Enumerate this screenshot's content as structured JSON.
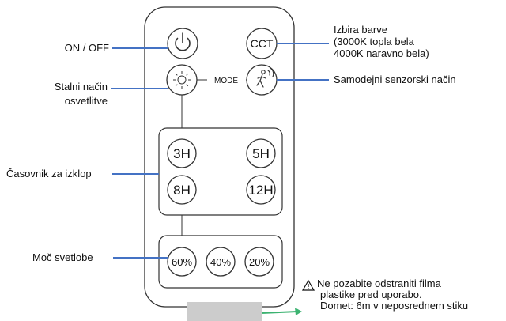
{
  "remote": {
    "buttons": {
      "power_icon": "power-icon",
      "cct": "CCT",
      "steady_icon": "sun-icon",
      "mode": "MODE",
      "sensor_icon": "motion-sensor-icon",
      "timer_3h": "3H",
      "timer_5h": "5H",
      "timer_8h": "8H",
      "timer_12h": "12H",
      "brightness_60": "60%",
      "brightness_40": "40%",
      "brightness_20": "20%"
    }
  },
  "labels": {
    "on_off": "ON / OFF",
    "steady_light_line1": "Stalni način",
    "steady_light_line2": "osvetlitve",
    "timer": "Časovnik za izklop",
    "brightness": "Moč svetlobe",
    "color_select_line1": "Izbira barve",
    "color_select_line2": "(3000K topla bela",
    "color_select_line3": "4000K naravno bela)",
    "auto_sensor": "Samodejni senzorski način"
  },
  "warning": {
    "icon": "warning-triangle-icon",
    "line1": "Ne pozabite odstraniti filma",
    "line2": "plastike pred uporabo.",
    "line3": "Domet: 6m v neposrednem stiku"
  },
  "colors": {
    "leader_line": "#4472c4",
    "arrow": "#3cb371",
    "tab": "#cccccc",
    "outline": "#333333"
  }
}
